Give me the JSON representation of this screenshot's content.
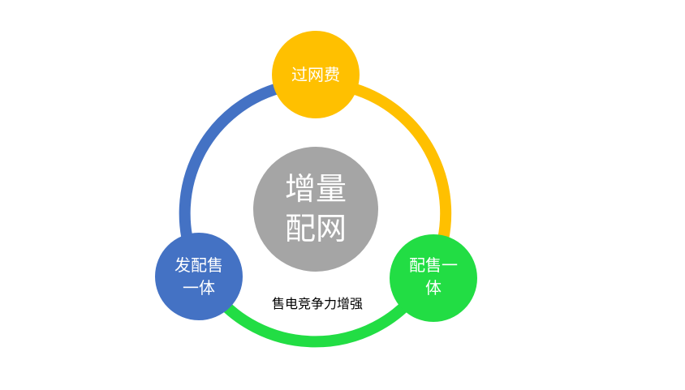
{
  "center": {
    "line1": "增量",
    "line2": "配网",
    "color": "#a5a5a5"
  },
  "nodes": {
    "top": {
      "label": "过网费",
      "color": "#ffc000"
    },
    "left": {
      "line1": "发配售",
      "line2": "一体",
      "color": "#4472c4"
    },
    "right": {
      "line1": "配售一",
      "line2": "体",
      "color": "#22dd44"
    }
  },
  "arcs": {
    "top_right": "#ffc000",
    "left_top": "#4472c4",
    "bottom": "#22dd44"
  },
  "caption": "售电竞争力增强"
}
